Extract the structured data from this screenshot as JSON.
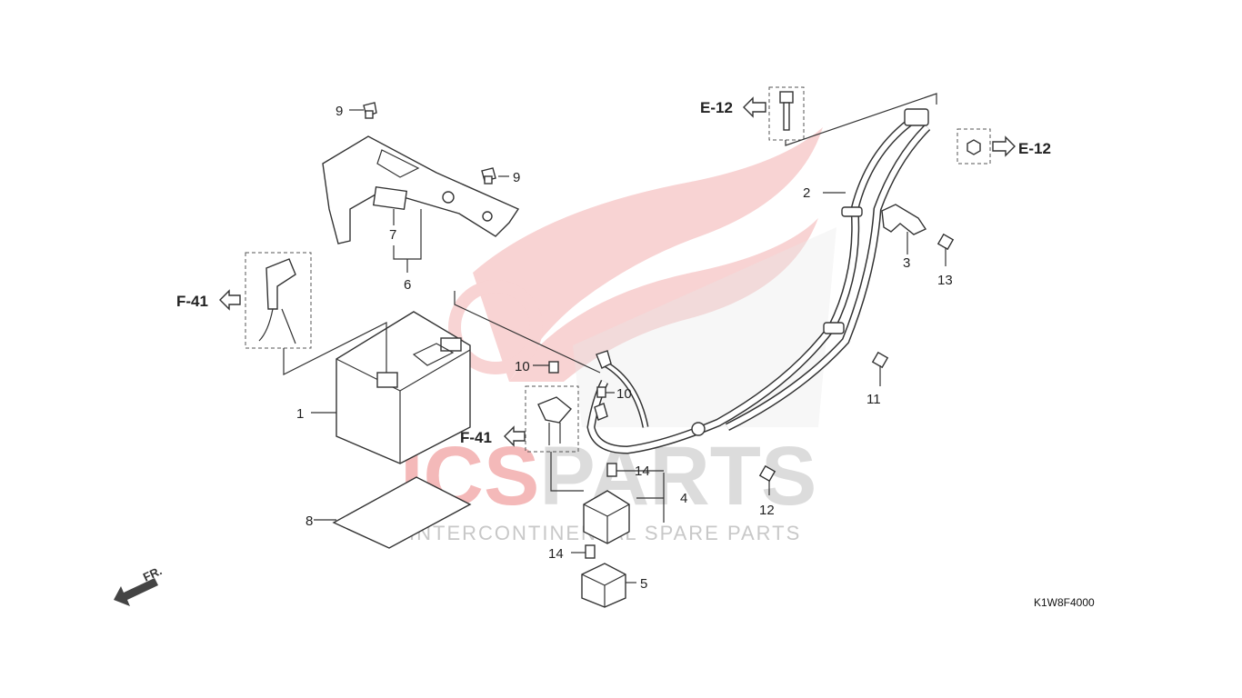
{
  "watermark": {
    "brand_prefix": "ICS",
    "brand_suffix": "PARTS",
    "tagline": "INTERCONTINENTAL SPARE PARTS",
    "color_red": "#e03a3a",
    "color_gray": "#bdbdbd"
  },
  "diagram_code": "K1W8F4000",
  "front_indicator": "FR.",
  "refs": {
    "e12_top": "E-12",
    "e12_right": "E-12",
    "f41_left": "F-41",
    "f41_mid": "F-41"
  },
  "callouts": {
    "p1": "1",
    "p2": "2",
    "p3": "3",
    "p4": "4",
    "p5": "5",
    "p6": "6",
    "p7": "7",
    "p8": "8",
    "p9a": "9",
    "p9b": "9",
    "p10a": "10",
    "p10b": "10",
    "p11": "11",
    "p12": "12",
    "p13": "13",
    "p14a": "14",
    "p14b": "14"
  },
  "icons": [
    "battery",
    "battery-cover",
    "starter-relay",
    "battery-cable",
    "bolt",
    "fuse",
    "terminal-cap",
    "front-arrow"
  ]
}
